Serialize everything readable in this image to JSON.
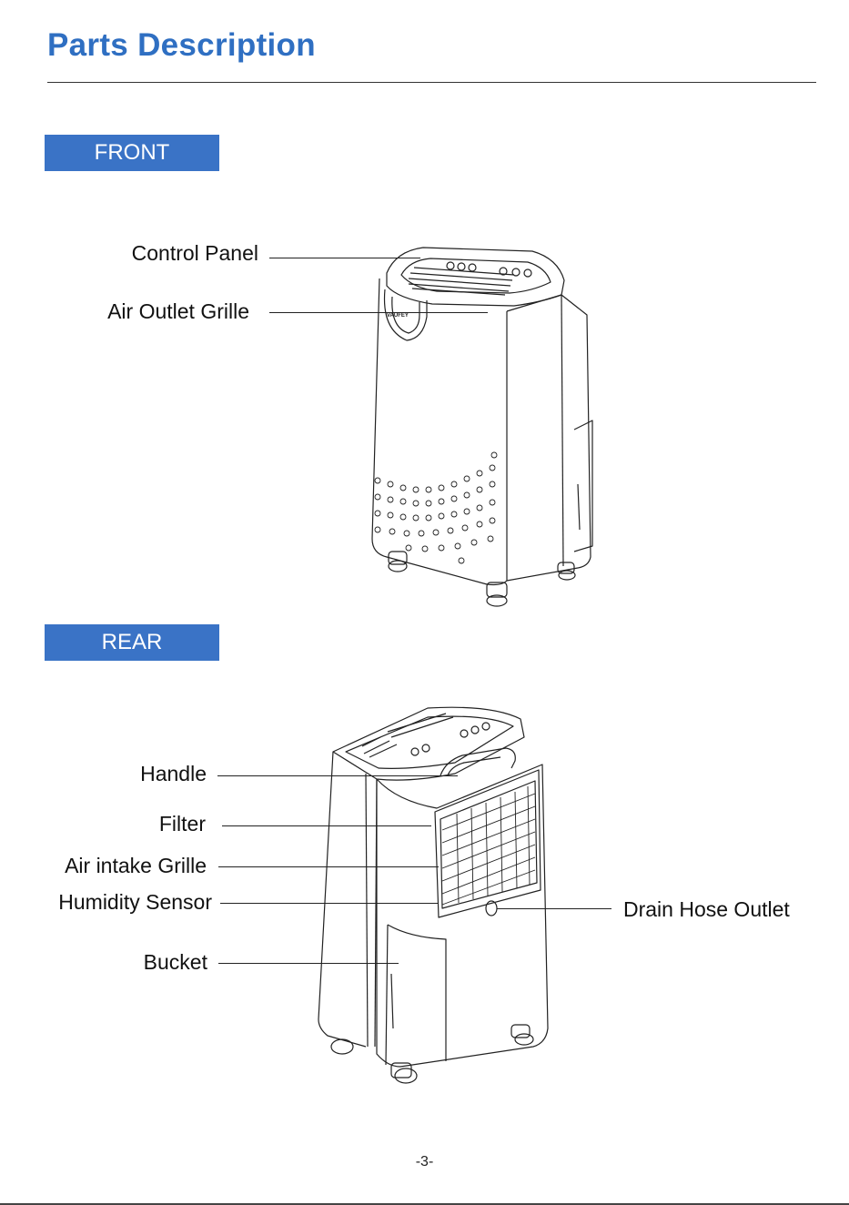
{
  "header": {
    "title": "Parts Description"
  },
  "front": {
    "section_label": "FRONT",
    "brand_text": "VAUFEY",
    "labels": {
      "control_panel": "Control Panel",
      "air_outlet_grille": "Air Outlet Grille"
    }
  },
  "rear": {
    "section_label": "REAR",
    "labels": {
      "handle": "Handle",
      "filter": "Filter",
      "air_intake_grille": "Air intake Grille",
      "humidity_sensor": "Humidity Sensor",
      "bucket": "Bucket",
      "drain_hose_outlet": "Drain Hose Outlet"
    }
  },
  "footer": {
    "page_number": "-3-"
  }
}
